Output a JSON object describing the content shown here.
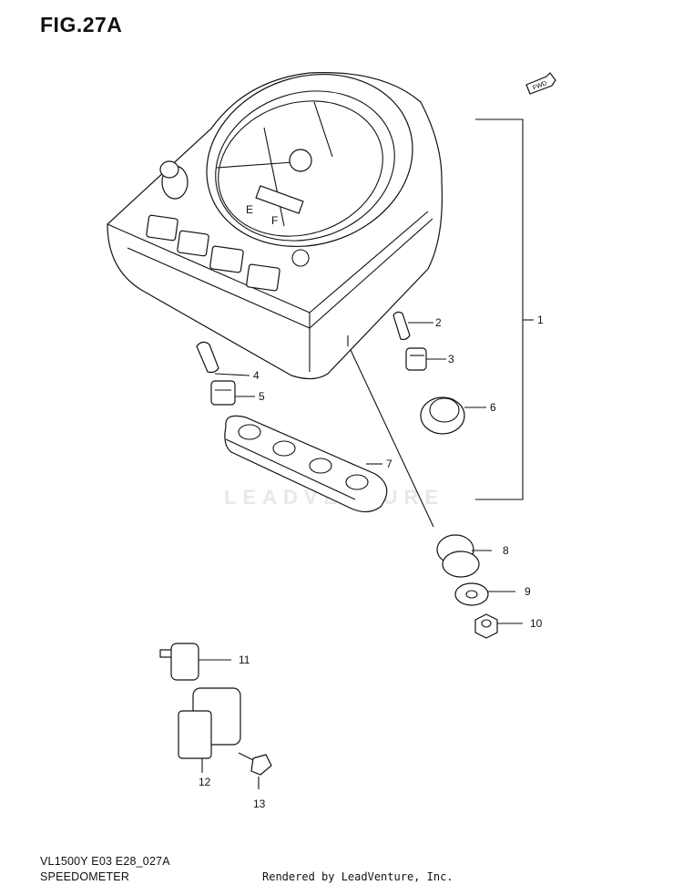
{
  "figure": {
    "title": "FIG.27A",
    "fwd_label": "FWD",
    "gauge_labels": {
      "empty": "E",
      "full": "F"
    }
  },
  "callouts": [
    "1",
    "2",
    "3",
    "4",
    "5",
    "6",
    "7",
    "8",
    "9",
    "10",
    "11",
    "12",
    "13"
  ],
  "footer": {
    "code": "VL1500Y E03 E28_027A",
    "caption": "SPEEDOMETER",
    "rendered_by": "Rendered by LeadVenture, Inc."
  },
  "watermark": {
    "text": "LEADVENTURE",
    "color": "#e8e8e8"
  },
  "colors": {
    "line": "#111111",
    "background": "#ffffff"
  }
}
